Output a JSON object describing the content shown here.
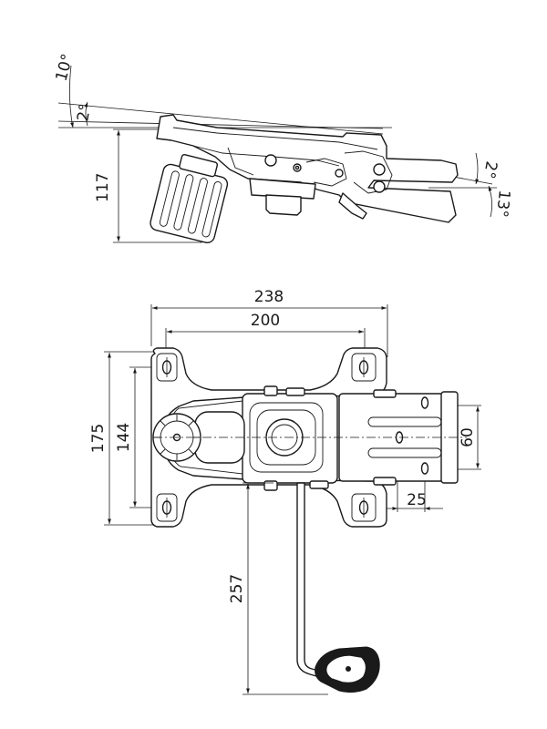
{
  "dimensions": {
    "side_angle_top": "10°",
    "side_angle_left": "2°",
    "side_height": "117",
    "side_angle_right_top": "2°",
    "side_angle_right_bottom": "13°",
    "top_width_outer": "238",
    "top_width_inner": "200",
    "top_height_outer": "175",
    "top_height_inner": "144",
    "slot_height": "60",
    "slot_offset": "25",
    "lever_length": "257"
  }
}
